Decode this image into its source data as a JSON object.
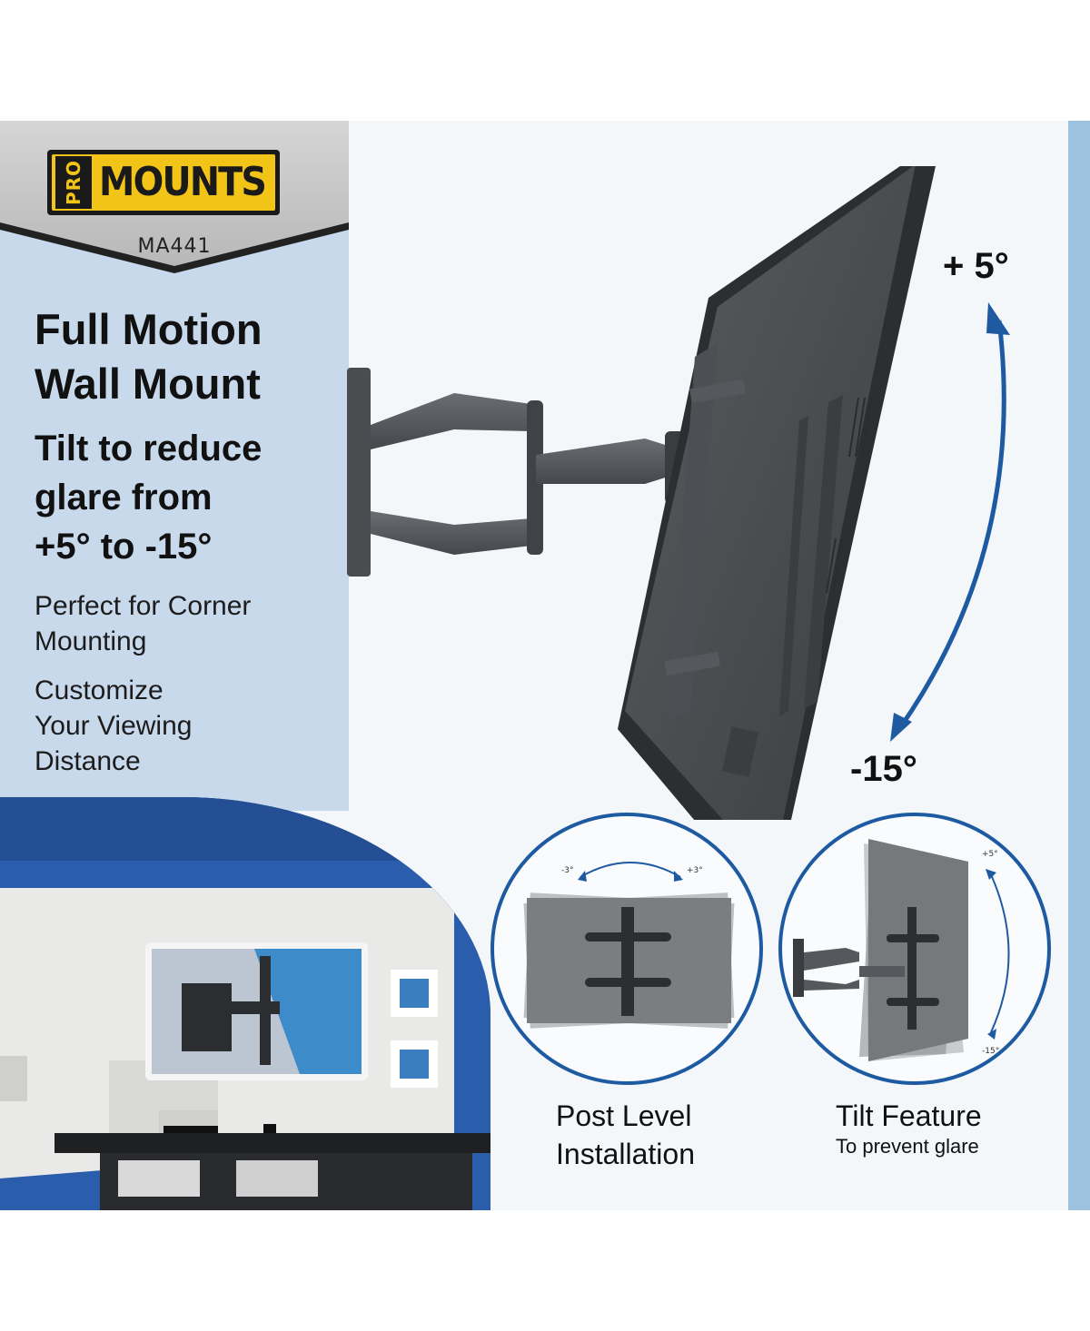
{
  "brand": {
    "pro": "PRO",
    "name": "MOUNTS",
    "model": "MA441"
  },
  "headline": {
    "line1": "Full Motion",
    "line2": "Wall Mount"
  },
  "tilt_heading": {
    "line1": "Tilt to reduce",
    "line2": "glare from",
    "line3": "+5° to -15°"
  },
  "features": [
    {
      "line1": "Perfect for Corner",
      "line2": "Mounting"
    },
    {
      "line1": "Customize",
      "line2": "Your Viewing",
      "line3": "Distance"
    }
  ],
  "tilt_range": {
    "up": "+ 5°",
    "down": "-15°"
  },
  "post_level": {
    "left": "-3°",
    "right": "+3°",
    "caption_line1": "Post Level",
    "caption_line2": "Installation"
  },
  "tilt_feature": {
    "up": "+5°",
    "down": "-15°",
    "caption": "Tilt Feature",
    "sub": "To prevent glare"
  },
  "colors": {
    "accent_blue": "#1e5aa2",
    "logo_yellow": "#f2c418",
    "panel_blue": "#c9d9ec"
  }
}
